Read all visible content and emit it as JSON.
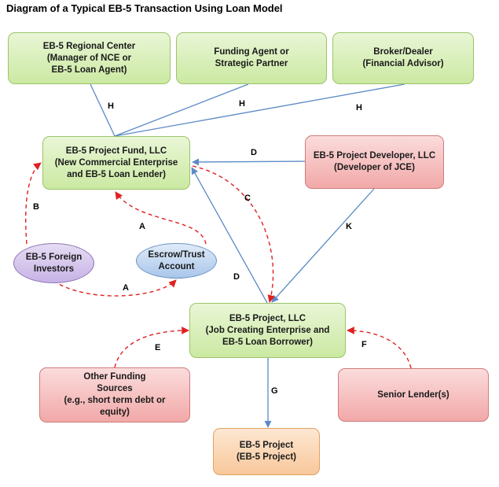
{
  "title": "Diagram of a Typical EB-5 Transaction Using Loan Model",
  "nodes": {
    "regional_center": "EB-5 Regional Center\n(Manager of NCE or\nEB-5 Loan Agent)",
    "funding_agent": "Funding Agent or\nStrategic Partner",
    "broker_dealer": "Broker/Dealer\n(Financial Advisor)",
    "project_fund": "EB-5 Project Fund, LLC\n(New Commercial Enterprise\nand EB-5 Loan Lender)",
    "project_developer": "EB-5 Project Developer, LLC\n(Developer of JCE)",
    "foreign_investors": "EB-5 Foreign\nInvestors",
    "escrow": "Escrow/Trust\nAccount",
    "project_llc": "EB-5 Project, LLC\n(Job Creating Enterprise and\nEB-5 Loan Borrower)",
    "other_funding": "Other Funding\nSources\n(e.g., short term debt or\nequity)",
    "senior_lender": "Senior Lender(s)",
    "project": "EB-5 Project\n(EB-5 Project)"
  },
  "edge_labels": {
    "h1": "H",
    "h2": "H",
    "h3": "H",
    "d1": "D",
    "d2": "D",
    "c": "C",
    "b": "B",
    "a1": "A",
    "a2": "A",
    "k": "K",
    "e": "E",
    "f": "F",
    "g": "G"
  },
  "colors": {
    "solid_line": "#5b8ac6",
    "dashed_arrow": "#e02020"
  }
}
